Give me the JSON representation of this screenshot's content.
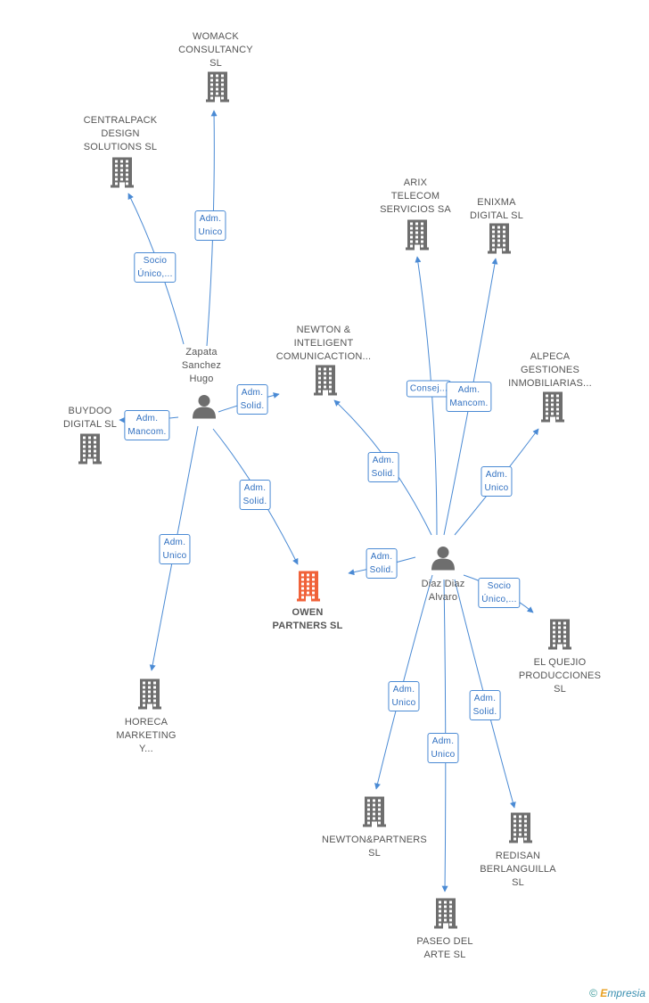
{
  "colors": {
    "edge": "#4a8ad4",
    "company": "#6e6e6e",
    "focus": "#f0623a",
    "person": "#6e6e6e"
  },
  "persons": [
    {
      "id": "zapata",
      "label": "Zapata\nSanchez\nHugo",
      "icon": "person-icon"
    },
    {
      "id": "diaz",
      "label": "Diaz Diaz\nAlvaro",
      "icon": "person-icon"
    }
  ],
  "companies": [
    {
      "id": "womack",
      "label": "WOMACK\nCONSULTANCY\nSL",
      "icon": "building-icon"
    },
    {
      "id": "centralpack",
      "label": "CENTRALPACK\nDESIGN\nSOLUTIONS  SL",
      "icon": "building-icon"
    },
    {
      "id": "buydoo",
      "label": "BUYDOO\nDIGITAL SL",
      "icon": "building-icon"
    },
    {
      "id": "horeca",
      "label": "HORECA\nMARKETING\nY...",
      "icon": "building-icon"
    },
    {
      "id": "owen",
      "label": "OWEN\nPARTNERS SL",
      "icon": "building-icon",
      "focus": true
    },
    {
      "id": "newtonint",
      "label": "NEWTON &\nINTELIGENT\nCOMUNICACTION...",
      "icon": "building-icon"
    },
    {
      "id": "arix",
      "label": "ARIX\nTELECOM\nSERVICIOS SA",
      "icon": "building-icon"
    },
    {
      "id": "enixma",
      "label": "ENIXMA\nDIGITAL SL",
      "icon": "building-icon"
    },
    {
      "id": "alpeca",
      "label": "ALPECA\nGESTIONES\nINMOBILIARIAS...",
      "icon": "building-icon"
    },
    {
      "id": "quejio",
      "label": "EL QUEJIO\nPRODUCCIONES\nSL",
      "icon": "building-icon"
    },
    {
      "id": "newtonpartners",
      "label": "NEWTON&PARTNERS\nSL",
      "icon": "building-icon"
    },
    {
      "id": "paseo",
      "label": "PASEO DEL\nARTE  SL",
      "icon": "building-icon"
    },
    {
      "id": "redisan",
      "label": "REDISAN\nBERLANGUILLA\nSL",
      "icon": "building-icon"
    }
  ],
  "edges": [
    {
      "from": "zapata",
      "to": "womack",
      "label": "Adm.\nUnico"
    },
    {
      "from": "zapata",
      "to": "centralpack",
      "label": "Socio\nÚnico,..."
    },
    {
      "from": "zapata",
      "to": "buydoo",
      "label": "Adm.\nMancom."
    },
    {
      "from": "zapata",
      "to": "newtonint",
      "label": "Adm.\nSolid."
    },
    {
      "from": "zapata",
      "to": "horeca",
      "label": "Adm.\nUnico"
    },
    {
      "from": "zapata",
      "to": "owen",
      "label": "Adm.\nSolid."
    },
    {
      "from": "diaz",
      "to": "newtonint",
      "label": "Adm.\nSolid."
    },
    {
      "from": "diaz",
      "to": "arix",
      "label": "Consej..."
    },
    {
      "from": "diaz",
      "to": "enixma",
      "label": "Adm.\nMancom."
    },
    {
      "from": "diaz",
      "to": "alpeca",
      "label": "Adm.\nUnico"
    },
    {
      "from": "diaz",
      "to": "owen",
      "label": "Adm.\nSolid."
    },
    {
      "from": "diaz",
      "to": "quejio",
      "label": "Socio\nÚnico,..."
    },
    {
      "from": "diaz",
      "to": "newtonpartners",
      "label": "Adm.\nUnico"
    },
    {
      "from": "diaz",
      "to": "paseo",
      "label": "Adm.\nUnico"
    },
    {
      "from": "diaz",
      "to": "redisan",
      "label": "Adm.\nSolid."
    }
  ],
  "brand": {
    "copyright": "©",
    "initial": "E",
    "rest": "mpresia"
  }
}
